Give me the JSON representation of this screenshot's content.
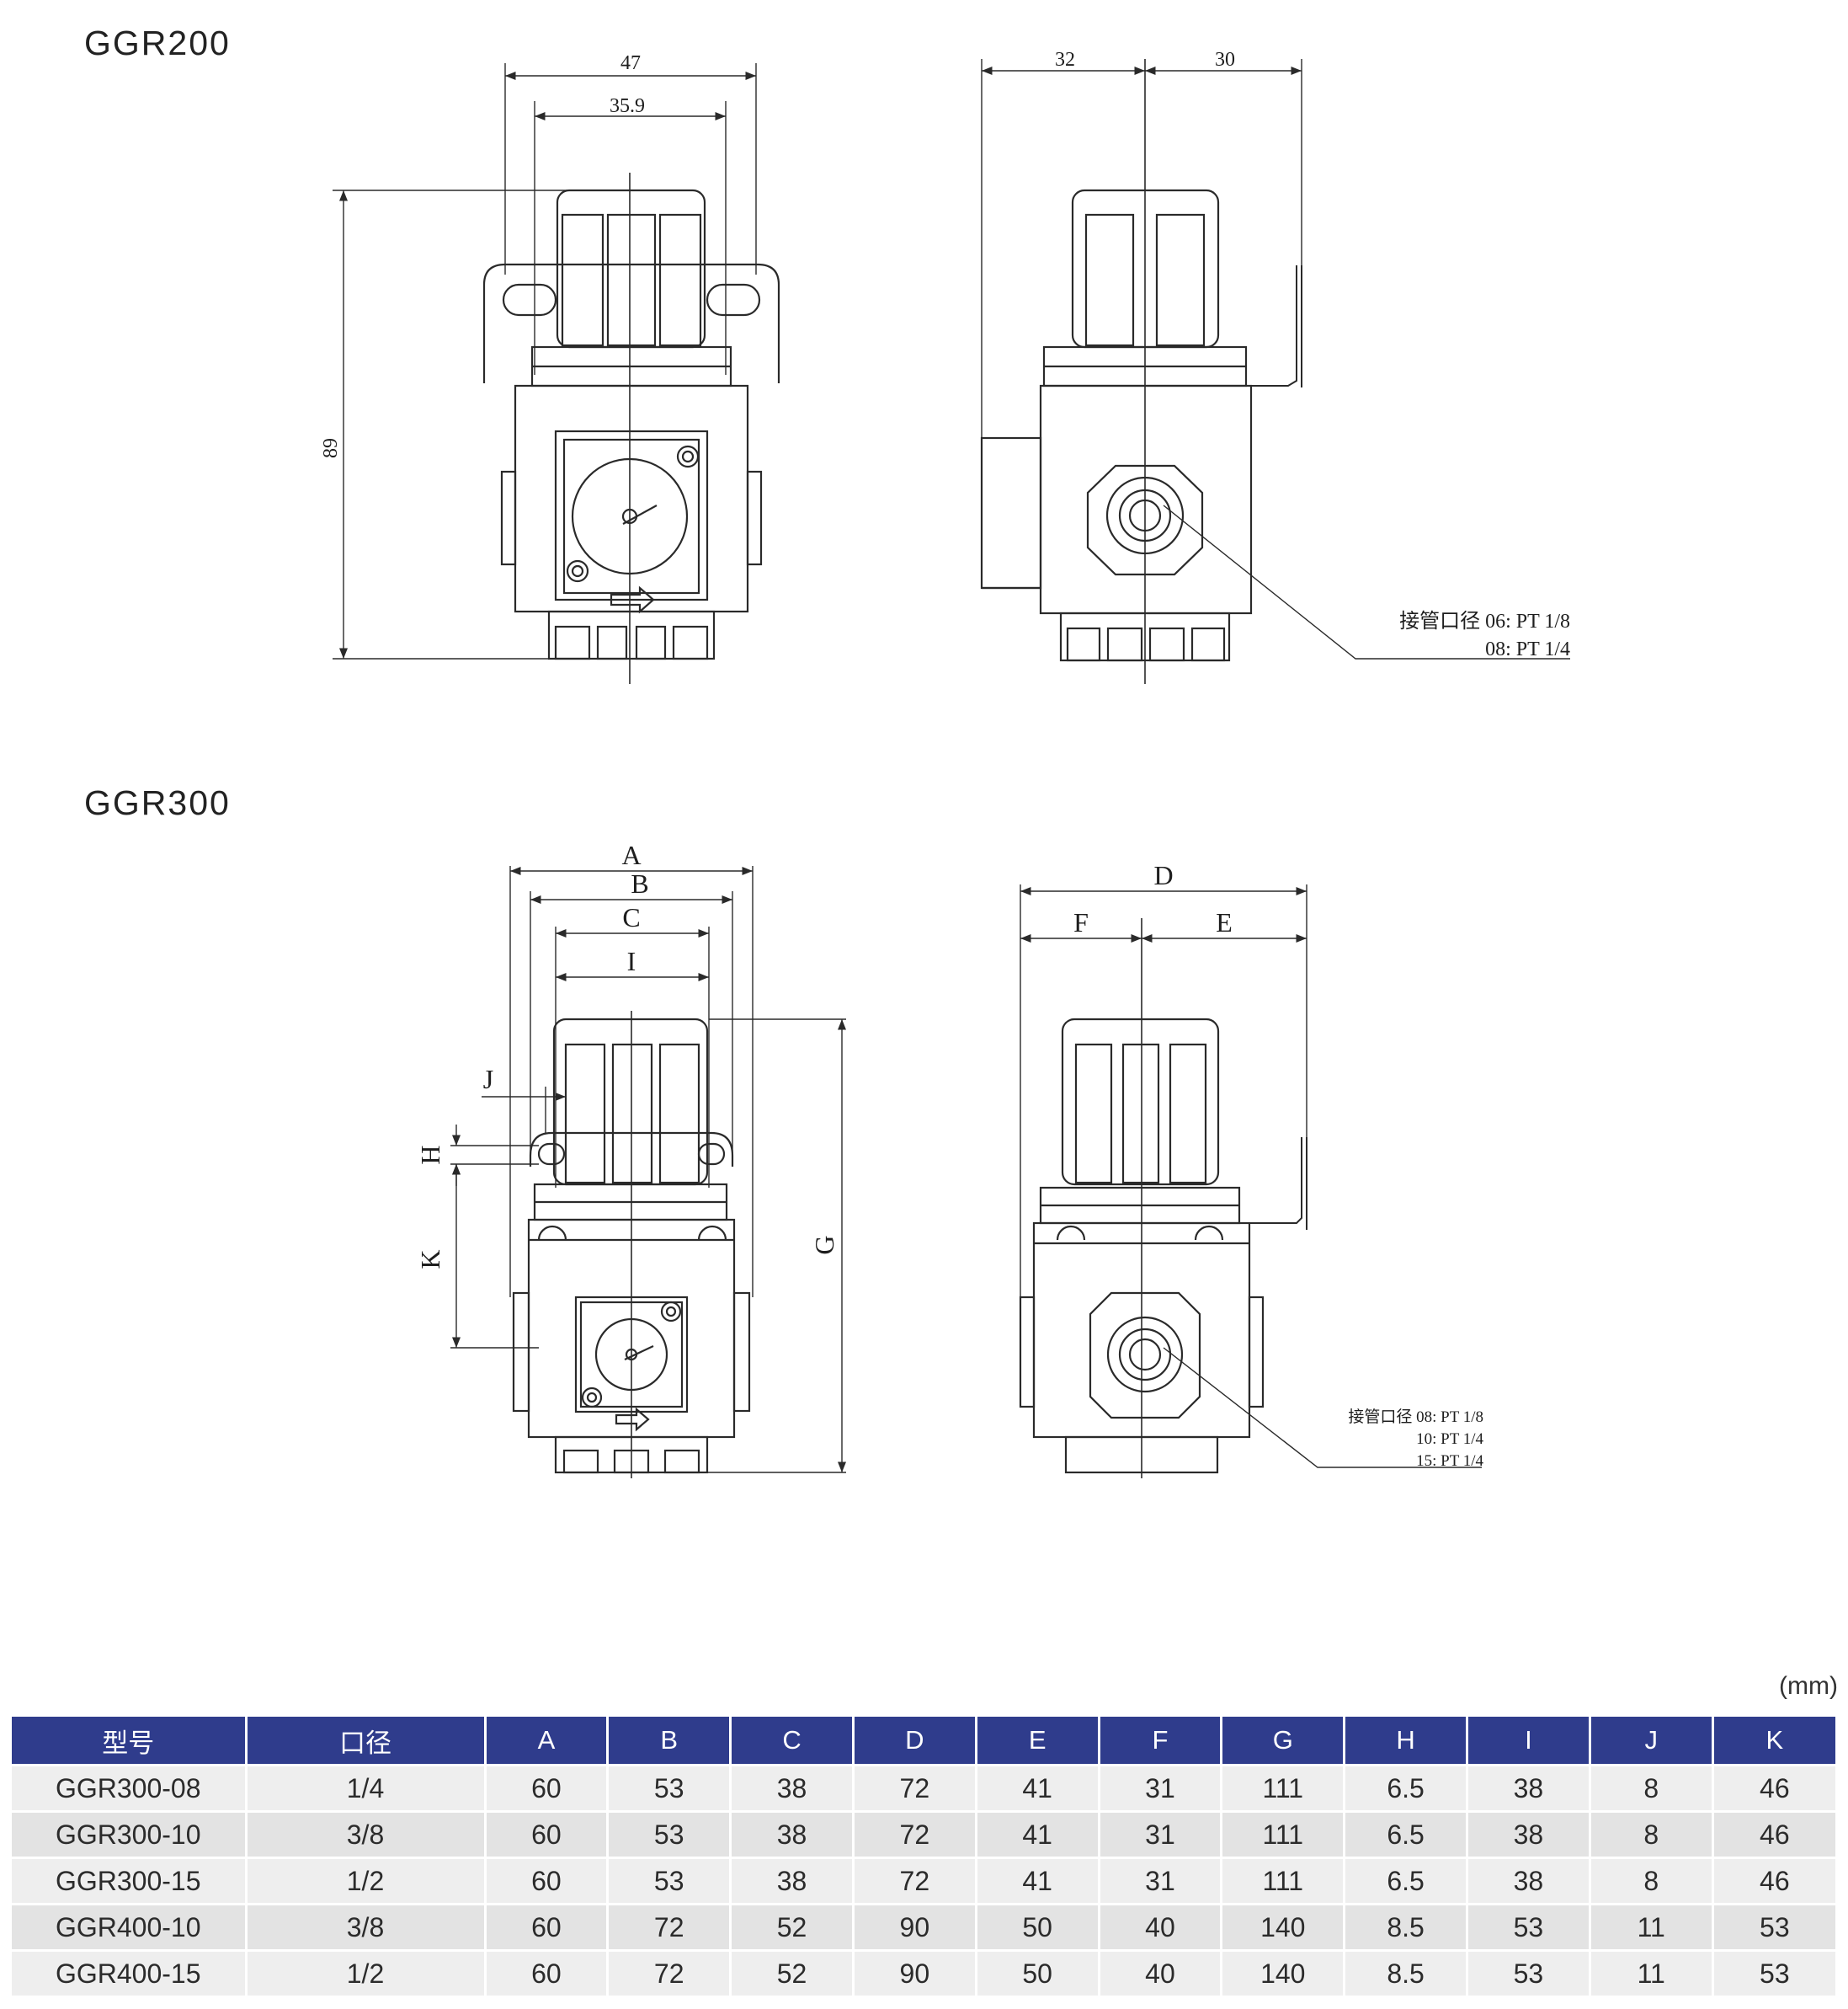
{
  "sections": [
    {
      "title": "GGR200",
      "front": {
        "overall_width": "47",
        "inner_width": "35.9",
        "height": "89"
      },
      "side": {
        "left_dim": "32",
        "right_dim": "30",
        "port_label_1": "接管口径 06: PT 1/8",
        "port_label_2": "08: PT 1/4"
      }
    },
    {
      "title": "GGR300",
      "front": {
        "A": "A",
        "B": "B",
        "C": "C",
        "I": "I",
        "J": "J",
        "H": "H",
        "K": "K",
        "G": "G"
      },
      "side": {
        "D": "D",
        "F": "F",
        "E": "E",
        "port_label_1": "接管口径 08: PT 1/8",
        "port_label_2": "10: PT 1/4",
        "port_label_3": "15: PT 1/4"
      }
    }
  ],
  "table": {
    "unit": "(mm)",
    "headers": [
      "型号",
      "口径",
      "A",
      "B",
      "C",
      "D",
      "E",
      "F",
      "G",
      "H",
      "I",
      "J",
      "K"
    ],
    "rows": [
      [
        "GGR300-08",
        "1/4",
        "60",
        "53",
        "38",
        "72",
        "41",
        "31",
        "111",
        "6.5",
        "38",
        "8",
        "46"
      ],
      [
        "GGR300-10",
        "3/8",
        "60",
        "53",
        "38",
        "72",
        "41",
        "31",
        "111",
        "6.5",
        "38",
        "8",
        "46"
      ],
      [
        "GGR300-15",
        "1/2",
        "60",
        "53",
        "38",
        "72",
        "41",
        "31",
        "111",
        "6.5",
        "38",
        "8",
        "46"
      ],
      [
        "GGR400-10",
        "3/8",
        "60",
        "72",
        "52",
        "90",
        "50",
        "40",
        "140",
        "8.5",
        "53",
        "11",
        "53"
      ],
      [
        "GGR400-15",
        "1/2",
        "60",
        "72",
        "52",
        "90",
        "50",
        "40",
        "140",
        "8.5",
        "53",
        "11",
        "53"
      ]
    ],
    "header_color": "#2f3c8c"
  }
}
